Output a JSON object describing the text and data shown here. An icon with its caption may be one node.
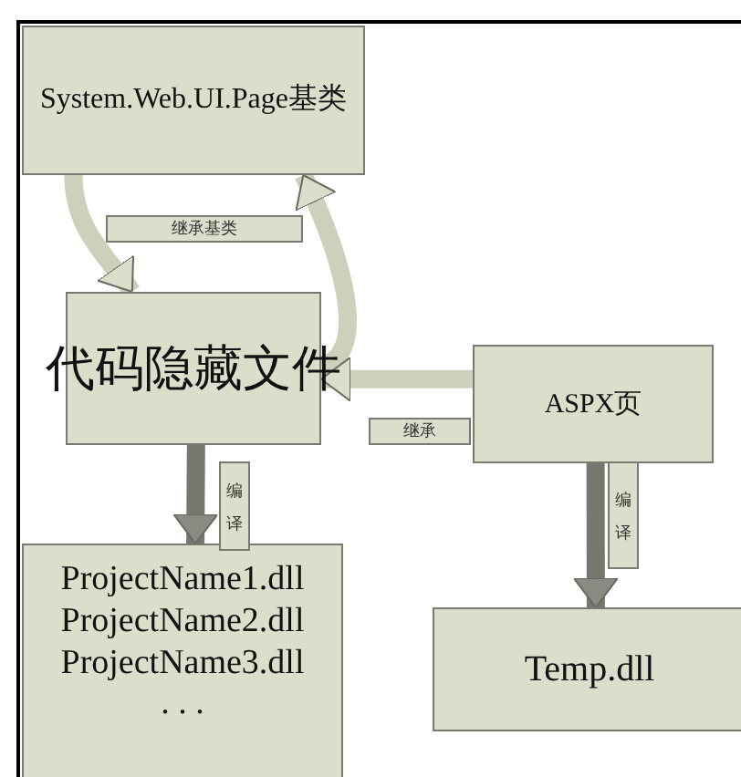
{
  "diagram": {
    "nodes": [
      {
        "text": [
          "System.Web.UI.Page基类"
        ]
      },
      {
        "text": [
          "代码隐藏文件"
        ]
      },
      {
        "text": [
          "ASPX页"
        ]
      },
      {
        "text": [
          "ProjectName1.dll",
          "ProjectName2.dll",
          "ProjectName3.dll",
          ". . ."
        ]
      },
      {
        "text": [
          "Temp.dll"
        ]
      }
    ],
    "edges": [
      {
        "from": 0,
        "to": 1,
        "arrow": "to",
        "label": "继承基类"
      },
      {
        "from": 1,
        "to": 0,
        "arrow": "to"
      },
      {
        "from": 2,
        "to": 1,
        "arrow": "to",
        "label": "继承"
      },
      {
        "from": 1,
        "to": 3,
        "arrow": "to",
        "label": "编译",
        "color": "#77776e"
      },
      {
        "from": 2,
        "to": 4,
        "arrow": "to",
        "label": "编译",
        "color": "#77776e"
      }
    ]
  }
}
